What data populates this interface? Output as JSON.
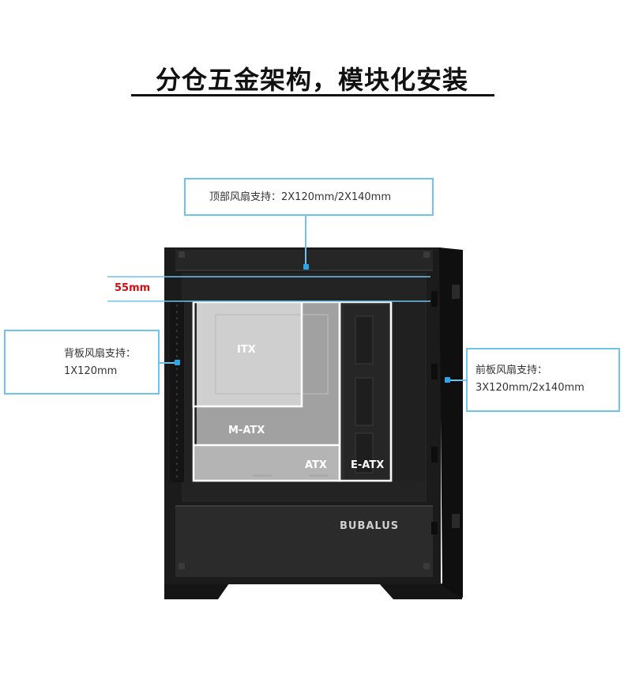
{
  "title": "分仓五金架构，模块化安装",
  "callouts": {
    "top_fan": "顶部风扇支持：2X120mm/2X140mm",
    "rear_fan_line1": "背板风扇支持：",
    "rear_fan_line2": "1X120mm",
    "front_fan_line1": "前板风扇支持：",
    "front_fan_line2": "3X120mm/2x140mm"
  },
  "clearance": "55mm",
  "board_labels": {
    "itx": "ITX",
    "matx": "M-ATX",
    "atx": "ATX",
    "eatx": "E-ATX"
  },
  "brand": "BUBALUS",
  "colors": {
    "callout_border": "#6ec4ec",
    "clearance_text": "#d01010",
    "case_body": "#1b1b1b"
  }
}
